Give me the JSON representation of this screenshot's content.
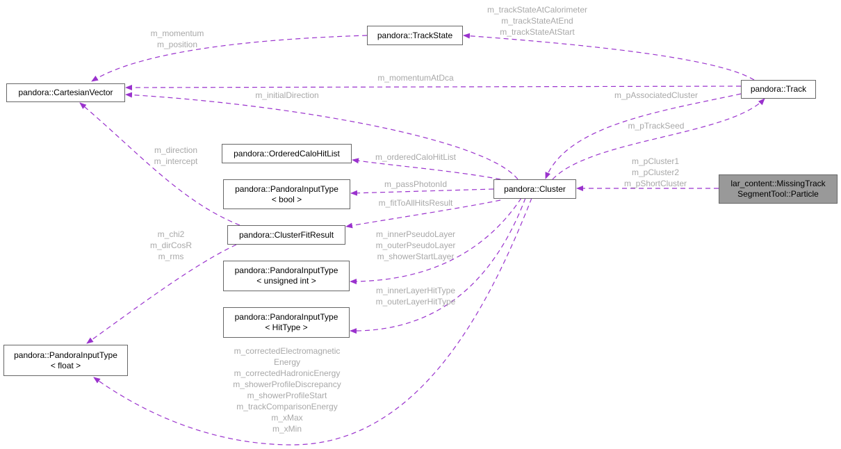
{
  "nodes": {
    "track_state": [
      "pandora::TrackState"
    ],
    "cartesian_vector": [
      "pandora::CartesianVector"
    ],
    "track": [
      "pandora::Track"
    ],
    "ordered_calo_hit_list": [
      "pandora::OrderedCaloHitList"
    ],
    "pit_bool": [
      "pandora::PandoraInputType",
      "< bool >"
    ],
    "cluster": [
      "pandora::Cluster"
    ],
    "particle": [
      "lar_content::MissingTrack",
      "SegmentTool::Particle"
    ],
    "cluster_fit_result": [
      "pandora::ClusterFitResult"
    ],
    "pit_unsigned": [
      "pandora::PandoraInputType",
      "< unsigned int >"
    ],
    "pit_hittype": [
      "pandora::PandoraInputType",
      "< HitType >"
    ],
    "pit_float": [
      "pandora::PandoraInputType",
      "< float >"
    ]
  },
  "edges": {
    "trackstate_cv": [
      "m_momentum",
      "m_position"
    ],
    "track_trackstate": [
      "m_trackStateAtCalorimeter",
      "m_trackStateAtEnd",
      "m_trackStateAtStart"
    ],
    "track_cv": [
      "m_momentumAtDca"
    ],
    "cluster_cv": [
      "m_initialDirection"
    ],
    "track_cluster": [
      "m_pAssociatedCluster"
    ],
    "cluster_track": [
      "m_pTrackSeed"
    ],
    "particle_cluster": [
      "m_pCluster1",
      "m_pCluster2",
      "m_pShortCluster"
    ],
    "cluster_ochl": [
      "m_orderedCaloHitList"
    ],
    "cluster_pitbool": [
      "m_passPhotonId"
    ],
    "cluster_cfr": [
      "m_fitToAllHitsResult"
    ],
    "cfr_cv": [
      "m_direction",
      "m_intercept"
    ],
    "cfr_pitfloat": [
      "m_chi2",
      "m_dirCosR",
      "m_rms"
    ],
    "cluster_pitunsigned": [
      "m_innerPseudoLayer",
      "m_outerPseudoLayer",
      "m_showerStartLayer"
    ],
    "cluster_pithittype": [
      "m_innerLayerHitType",
      "m_outerLayerHitType"
    ],
    "cluster_pitfloat": [
      "m_correctedElectromagnetic",
      "Energy",
      "m_correctedHadronicEnergy",
      "m_showerProfileDiscrepancy",
      "m_showerProfileStart",
      "m_trackComparisonEnergy",
      "m_xMax",
      "m_xMin"
    ]
  },
  "colors": {
    "edge": "#9a32cd",
    "label": "#a8a8a8",
    "focus_fill": "#999999"
  }
}
